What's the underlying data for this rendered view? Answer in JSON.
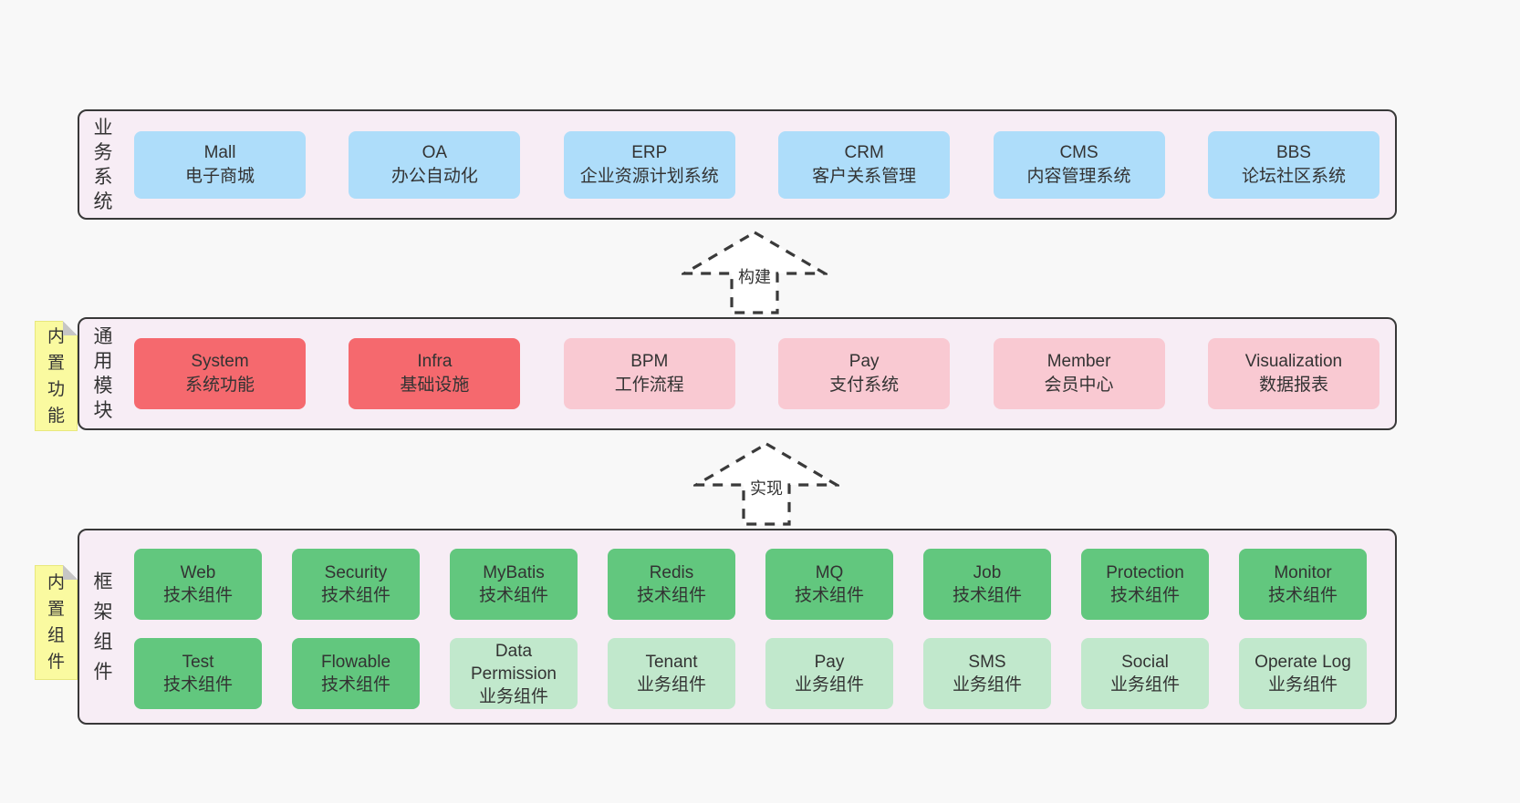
{
  "colors": {
    "background": "#f8f8f8",
    "layer_fill": "#f7edf5",
    "layer_border": "#383838",
    "business_box": "#aeddfa",
    "core_module_box": "#f5696e",
    "optional_module_box": "#f9c9d2",
    "tech_component_box": "#62c77e",
    "biz_component_box": "#c1e8cc",
    "note_fill": "#fafaa0",
    "text": "#333333"
  },
  "layers": [
    {
      "id": "business-systems",
      "label": "业务系统",
      "boxes": [
        {
          "name": "Mall",
          "desc": "电子商城"
        },
        {
          "name": "OA",
          "desc": "办公自动化"
        },
        {
          "name": "ERP",
          "desc": "企业资源计划系统"
        },
        {
          "name": "CRM",
          "desc": "客户关系管理"
        },
        {
          "name": "CMS",
          "desc": "内容管理系统"
        },
        {
          "name": "BBS",
          "desc": "论坛社区系统"
        }
      ]
    },
    {
      "id": "common-modules",
      "label": "通用模块",
      "note": "内置功能",
      "boxes": [
        {
          "name": "System",
          "desc": "系统功能"
        },
        {
          "name": "Infra",
          "desc": "基础设施"
        },
        {
          "name": "BPM",
          "desc": "工作流程"
        },
        {
          "name": "Pay",
          "desc": "支付系统"
        },
        {
          "name": "Member",
          "desc": "会员中心"
        },
        {
          "name": "Visualization",
          "desc": "数据报表"
        }
      ]
    },
    {
      "id": "framework-components",
      "label": "框架组件",
      "note": "内置组件",
      "rows": [
        [
          {
            "name": "Web",
            "desc": "技术组件"
          },
          {
            "name": "Security",
            "desc": "技术组件"
          },
          {
            "name": "MyBatis",
            "desc": "技术组件"
          },
          {
            "name": "Redis",
            "desc": "技术组件"
          },
          {
            "name": "MQ",
            "desc": "技术组件"
          },
          {
            "name": "Job",
            "desc": "技术组件"
          },
          {
            "name": "Protection",
            "desc": "技术组件"
          },
          {
            "name": "Monitor",
            "desc": "技术组件"
          }
        ],
        [
          {
            "name": "Test",
            "desc": "技术组件"
          },
          {
            "name": "Flowable",
            "desc": "技术组件"
          },
          {
            "name": "Data Permission",
            "desc": "业务组件"
          },
          {
            "name": "Tenant",
            "desc": "业务组件"
          },
          {
            "name": "Pay",
            "desc": "业务组件"
          },
          {
            "name": "SMS",
            "desc": "业务组件"
          },
          {
            "name": "Social",
            "desc": "业务组件"
          },
          {
            "name": "Operate Log",
            "desc": "业务组件"
          }
        ]
      ]
    }
  ],
  "arrows": [
    {
      "label": "构建"
    },
    {
      "label": "实现"
    }
  ]
}
